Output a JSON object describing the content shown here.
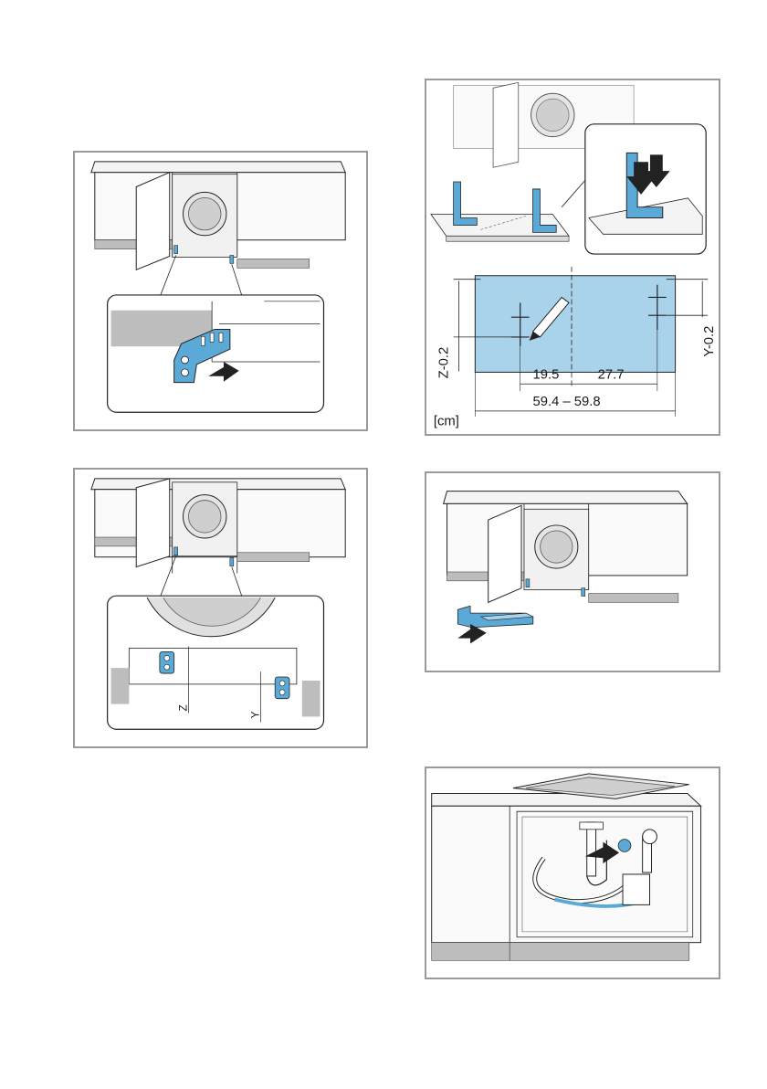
{
  "figure_2": {
    "unit_label": "[cm]",
    "dim_left_height": "Z-0.2",
    "dim_right_height": "Y-0.2",
    "dim_left_offset": "19.5",
    "dim_right_offset": "27.7",
    "dim_total_width": "59.4 – 59.8"
  },
  "figure_3": {
    "label_z": "Z",
    "label_y": "Y"
  },
  "colors": {
    "accent_blue": "#5aa9d6",
    "template_blue": "#a9d3ea",
    "plinth_gray": "#bdbdbd",
    "outline": "#222222"
  }
}
